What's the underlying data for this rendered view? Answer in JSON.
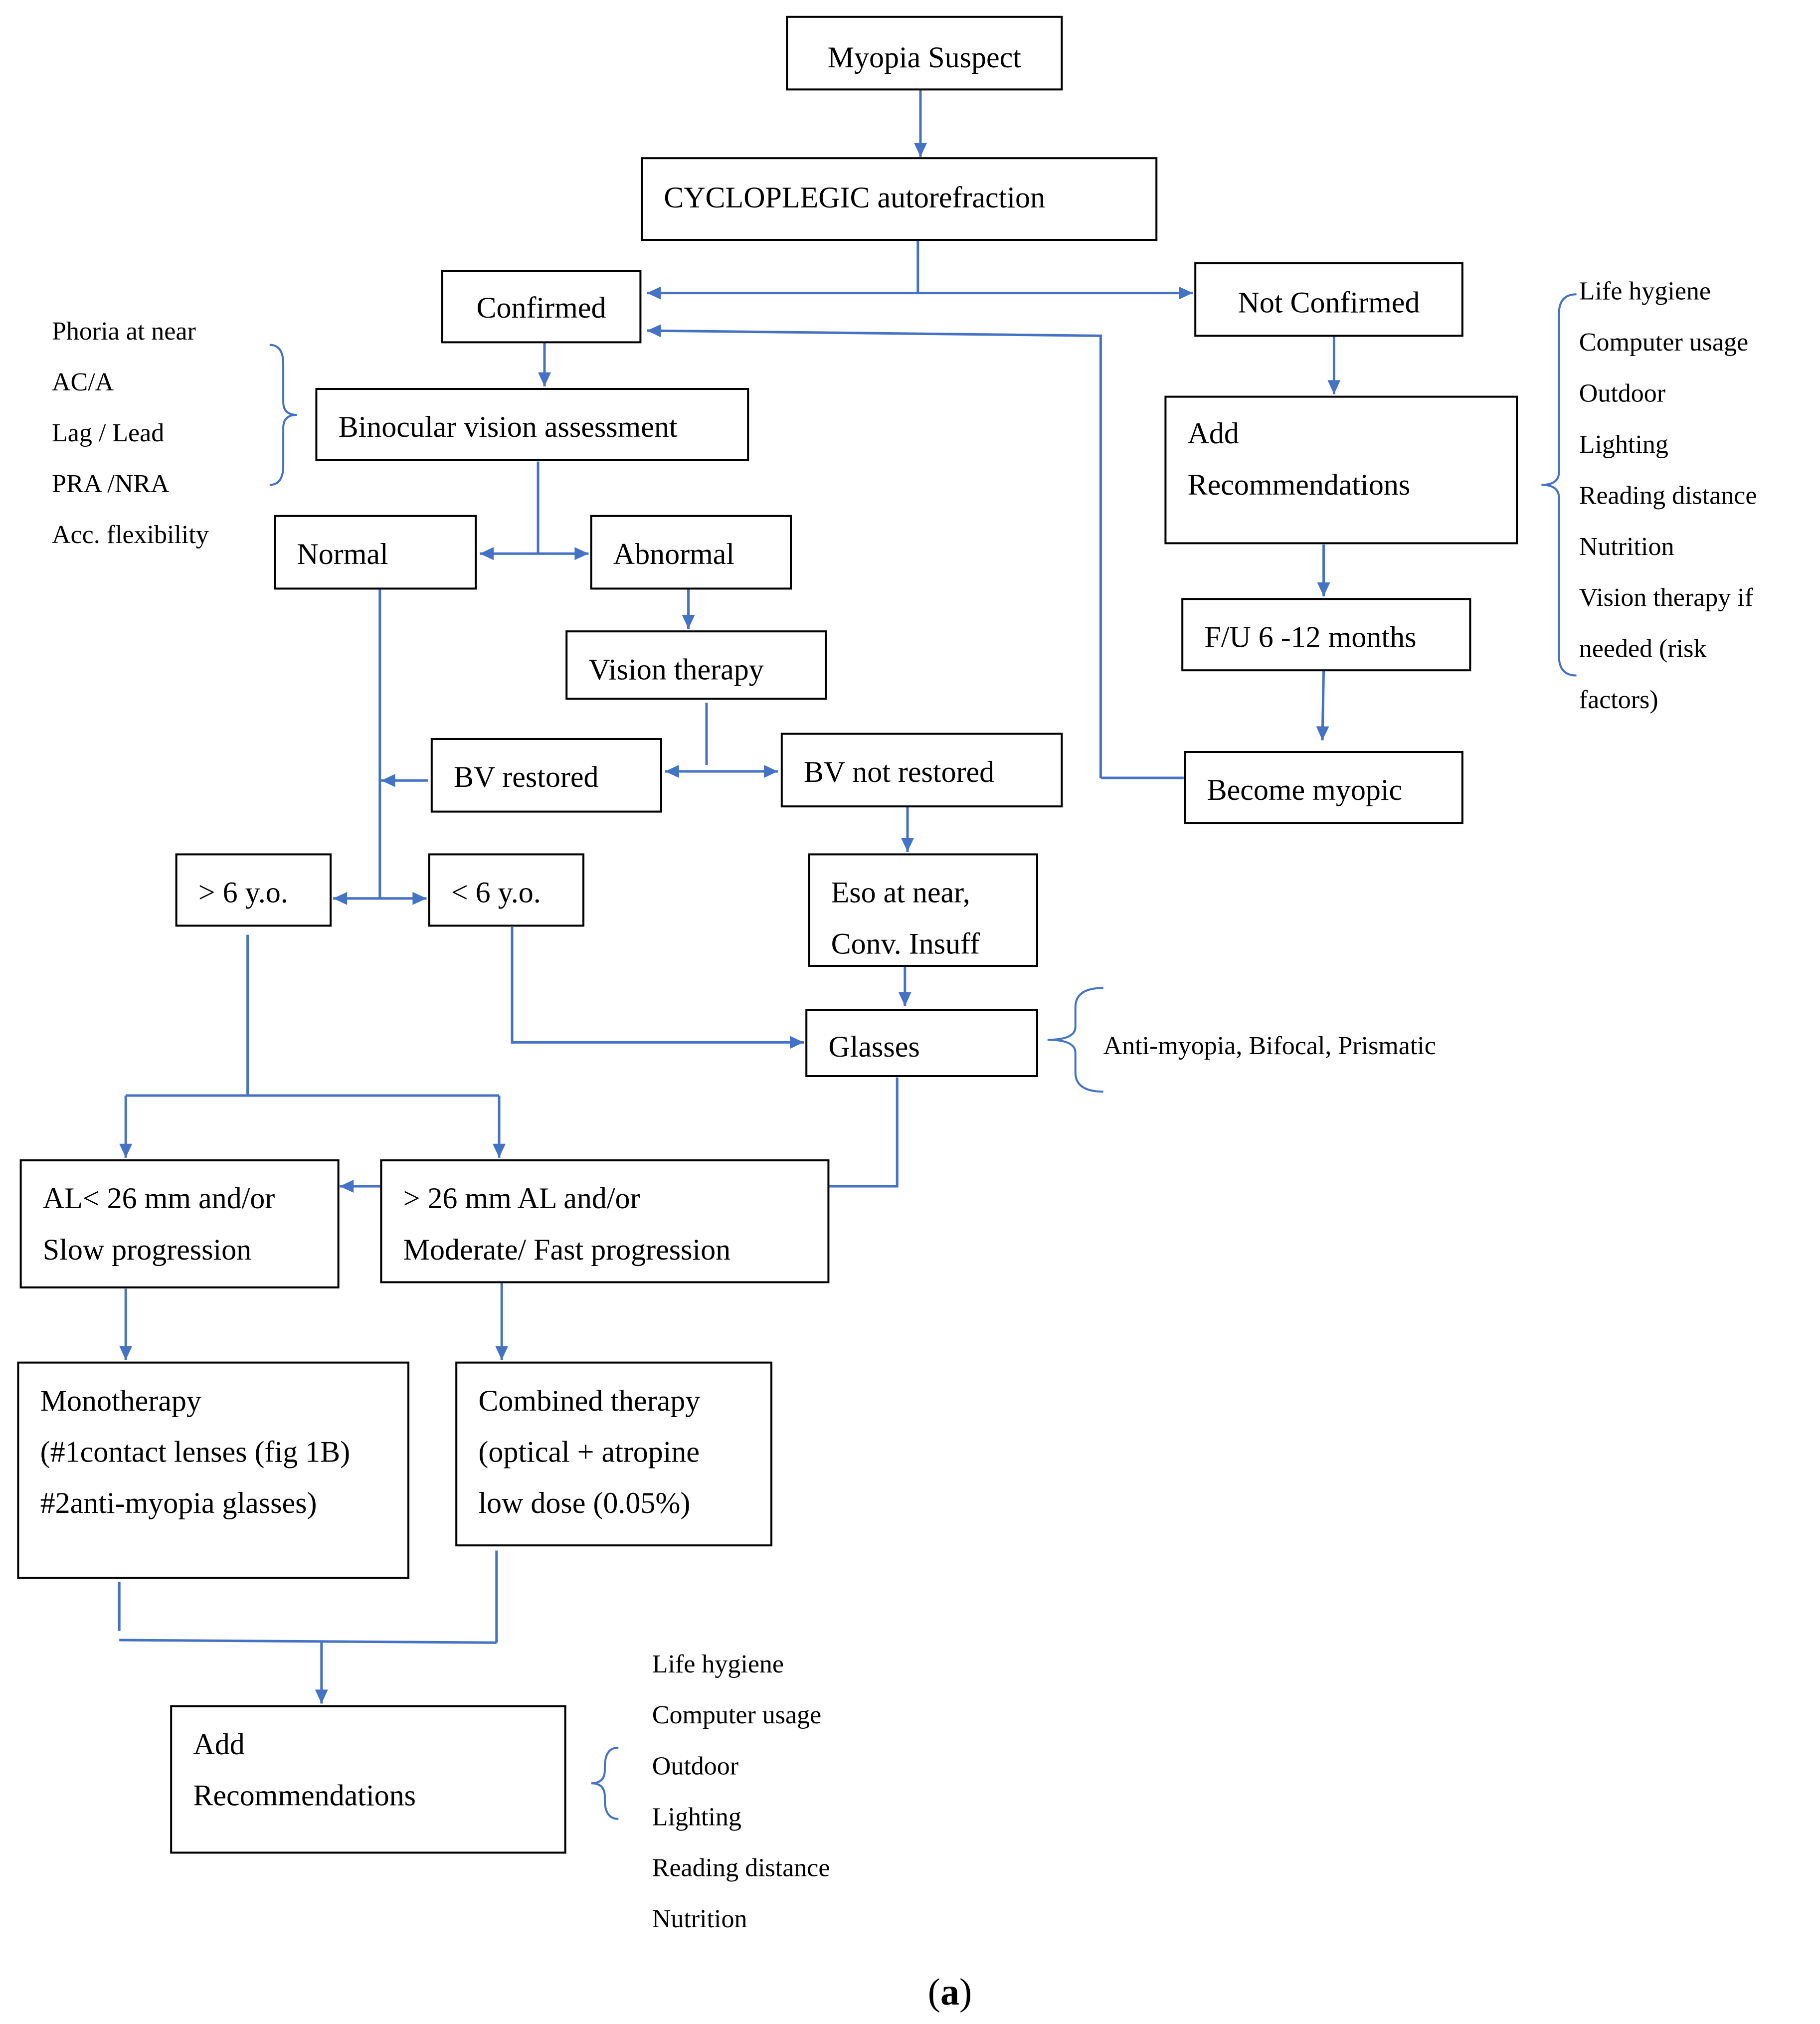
{
  "nodes": {
    "myopia_suspect": [
      "Myopia Suspect"
    ],
    "cycloplegic": [
      "CYCLOPLEGIC autorefraction"
    ],
    "confirmed": [
      "Confirmed"
    ],
    "not_confirmed": [
      "Not Confirmed"
    ],
    "binocular": [
      "Binocular vision assessment"
    ],
    "add_rec_top": [
      "Add",
      "Recommendations"
    ],
    "normal": [
      "Normal"
    ],
    "abnormal": [
      "Abnormal"
    ],
    "vision_therapy": [
      "Vision therapy"
    ],
    "fu": [
      "F/U 6 -12 months"
    ],
    "bv_restored": [
      "BV restored"
    ],
    "bv_not_restored": [
      "BV not restored"
    ],
    "become_myopic": [
      "Become myopic"
    ],
    "gt6": [
      "> 6 y.o."
    ],
    "lt6": [
      "< 6 y.o."
    ],
    "eso": [
      "Eso at near,",
      "Conv. Insuff"
    ],
    "glasses": [
      "Glasses"
    ],
    "al_slow": [
      "AL< 26 mm and/or",
      "Slow progression"
    ],
    "al_fast": [
      "> 26 mm AL and/or",
      "Moderate/ Fast progression"
    ],
    "monotherapy": [
      "Monotherapy",
      "(#1contact lenses (fig 1B)",
      "#2anti-myopia glasses)"
    ],
    "combined": [
      "Combined therapy",
      "(optical + atropine",
      "low dose (0.05%)"
    ],
    "add_rec_bottom": [
      "Add",
      "Recommendations"
    ]
  },
  "notes": {
    "binocular_tests": [
      "Phoria at near",
      "AC/A",
      "Lag / Lead",
      "PRA /NRA",
      "Acc. flexibility"
    ],
    "recommendations_right": [
      "Life hygiene",
      "Computer usage",
      "Outdoor",
      "Lighting",
      "Reading distance",
      "Nutrition",
      "Vision therapy if",
      "needed (risk",
      "factors)"
    ],
    "glasses_types": [
      "Anti-myopia, Bifocal, Prismatic"
    ],
    "recommendations_bottom": [
      "Life hygiene",
      "Computer usage",
      "Outdoor",
      "Lighting",
      "Reading distance",
      "Nutrition"
    ]
  },
  "caption": {
    "open": "(",
    "letter": "a",
    "close": ")"
  },
  "colors": {
    "connector": "#4472c4",
    "box_border": "#000000",
    "text": "#000000"
  }
}
